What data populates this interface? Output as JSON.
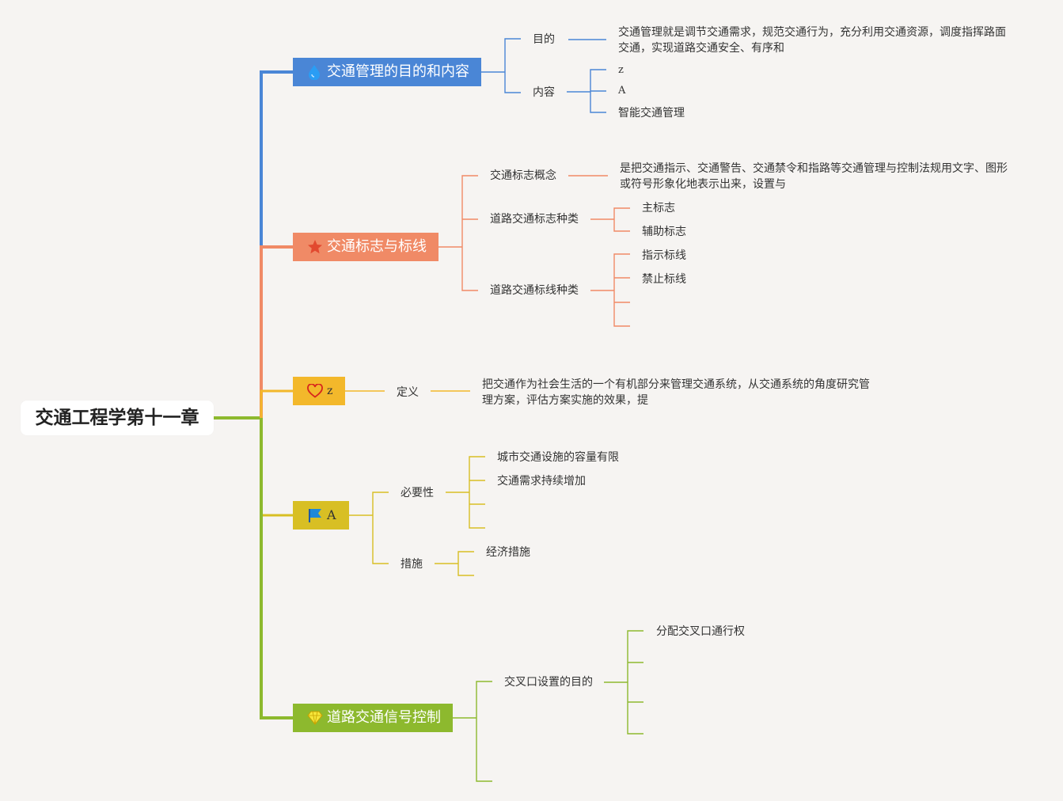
{
  "root": {
    "label": "交通工程学第十一章"
  },
  "colors": {
    "blue": "#4a86d6",
    "orange": "#f08a66",
    "amber": "#f3b82b",
    "olive": "#d8bf24",
    "green": "#8db92e"
  },
  "branches": [
    {
      "label": "交通管理的目的和内容",
      "icon": "water-drop-icon",
      "children": [
        {
          "label": "目的",
          "desc_line1": "交通管理就是调节交通需求，规范交通行为，充分利用交通资源，调度指挥路面",
          "desc_line2": "交通，实现道路交通安全、有序和"
        },
        {
          "label": "内容",
          "items": [
            "z",
            "A",
            "智能交通管理"
          ]
        }
      ]
    },
    {
      "label": "交通标志与标线",
      "icon": "star-icon",
      "children": [
        {
          "label": "交通标志概念",
          "desc_line1": "是把交通指示、交通警告、交通禁令和指路等交通管理与控制法规用文字、图形",
          "desc_line2": "或符号形象化地表示出来，设置与"
        },
        {
          "label": "道路交通标志种类",
          "items": [
            "主标志",
            "辅助标志"
          ]
        },
        {
          "label": "道路交通标线种类",
          "items": [
            "指示标线",
            "禁止标线"
          ]
        }
      ]
    },
    {
      "label": "z",
      "icon": "heart-icon",
      "children": [
        {
          "label": "定义",
          "desc_line1": "把交通作为社会生活的一个有机部分来管理交通系统，从交通系统的角度研究管",
          "desc_line2": "理方案，评估方案实施的效果，提"
        }
      ]
    },
    {
      "label": "A",
      "icon": "flag-icon",
      "children": [
        {
          "label": "必要性",
          "items": [
            "城市交通设施的容量有限",
            "交通需求持续增加"
          ]
        },
        {
          "label": "措施",
          "items": [
            "经济措施"
          ]
        }
      ]
    },
    {
      "label": "道路交通信号控制",
      "icon": "diamond-icon",
      "children": [
        {
          "label": "交叉口设置的目的",
          "items": [
            "分配交叉口通行权"
          ]
        }
      ]
    }
  ]
}
